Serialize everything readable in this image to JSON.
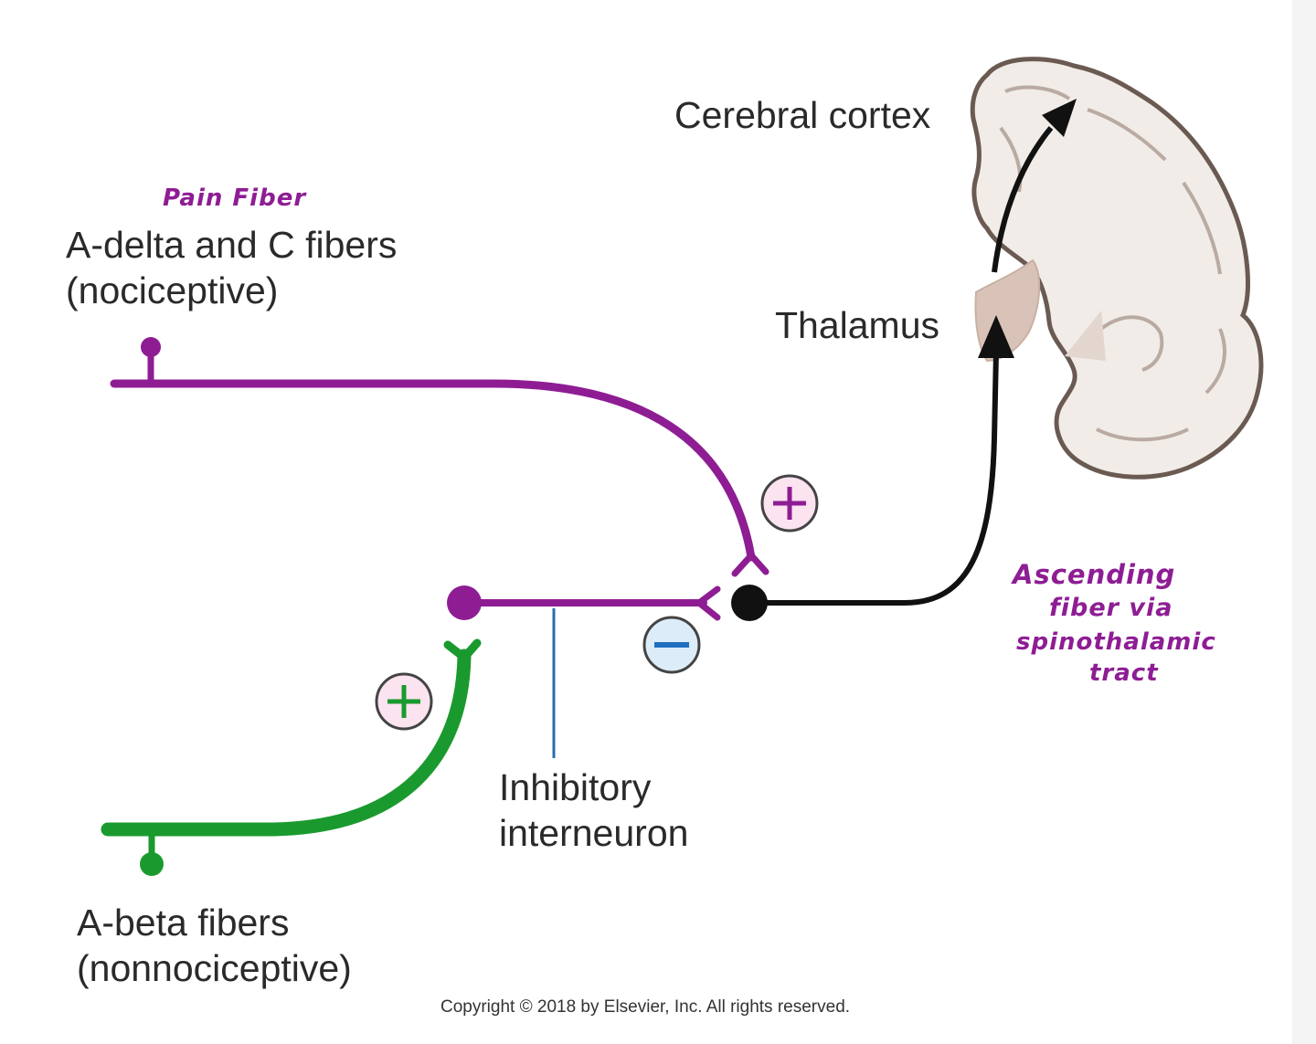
{
  "labels": {
    "cortex": "Cerebral cortex",
    "thalamus": "Thalamus",
    "nociceptive_line1": "A-delta and C fibers",
    "nociceptive_line2": "(nociceptive)",
    "abeta_line1": "A-beta fibers",
    "abeta_line2": "(nonnociceptive)",
    "interneuron_line1": "Inhibitory",
    "interneuron_line2": "interneuron",
    "copyright": "Copyright © 2018 by Elsevier, Inc. All rights reserved."
  },
  "annotations": {
    "pain_fiber": "Pain Fiber",
    "ascending_line1": "Ascending",
    "ascending_line2": "fiber via",
    "ascending_line3": "spinothalamic",
    "ascending_line4": "tract"
  },
  "signs": {
    "excite_top": "+",
    "inhibit": "−",
    "excite_bottom": "+"
  },
  "colors": {
    "nociceptive": "#8e1d94",
    "nonnociceptive": "#1a9a2e",
    "projection": "#111111",
    "interneuron_line": "#2b6cb0",
    "brain_fill": "#f1ece7",
    "brain_outline": "#6a5a52",
    "thalamus_fill": "#d9c3b8",
    "plus_bg": "#fbe3f0",
    "minus_bg": "#dcecf8"
  }
}
